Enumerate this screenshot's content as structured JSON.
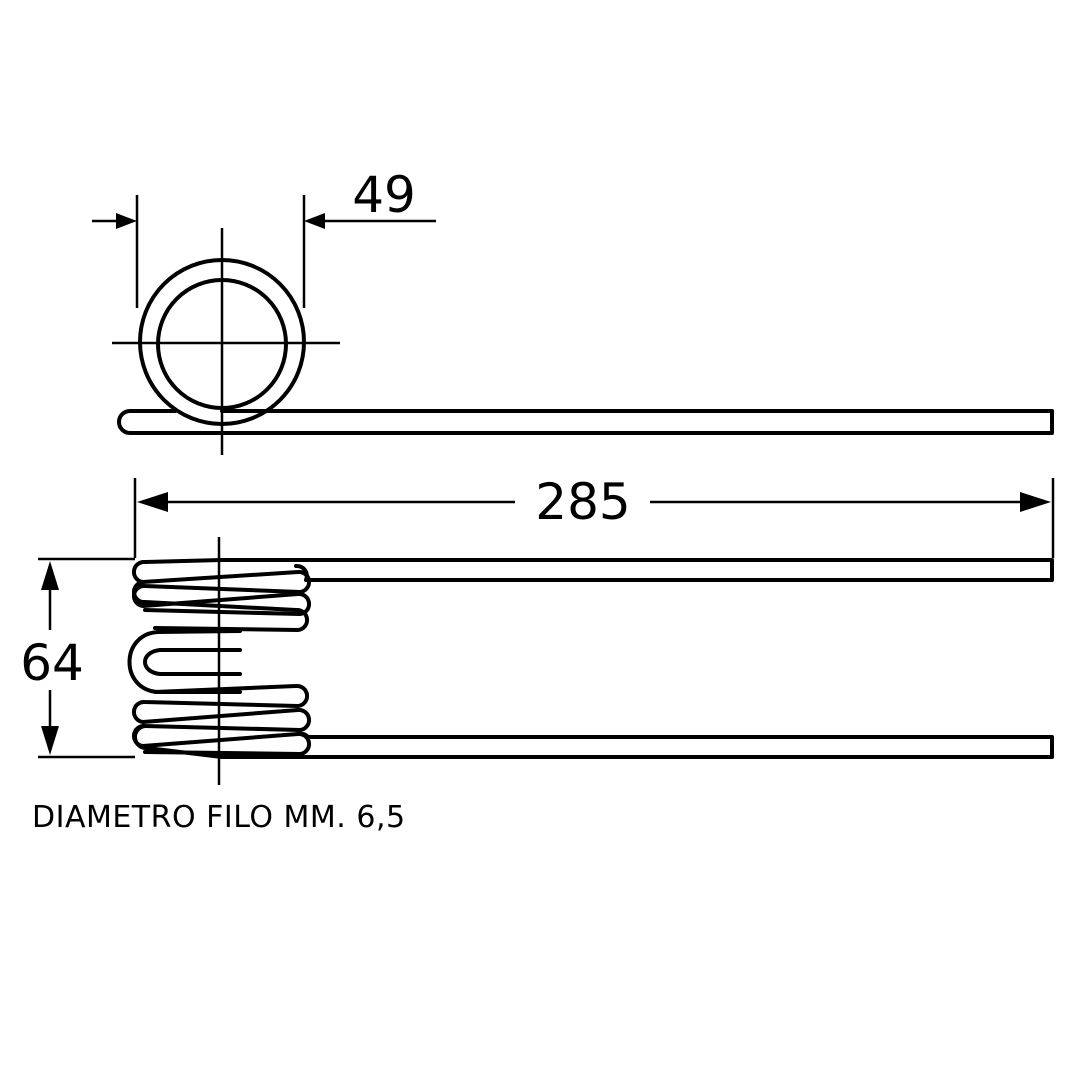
{
  "dimensions": {
    "coil_diameter": "49",
    "total_length": "285",
    "coil_height": "64"
  },
  "caption": "DIAMETRO FILO MM. 6,5",
  "colors": {
    "line": "#000000",
    "background": "#ffffff"
  }
}
